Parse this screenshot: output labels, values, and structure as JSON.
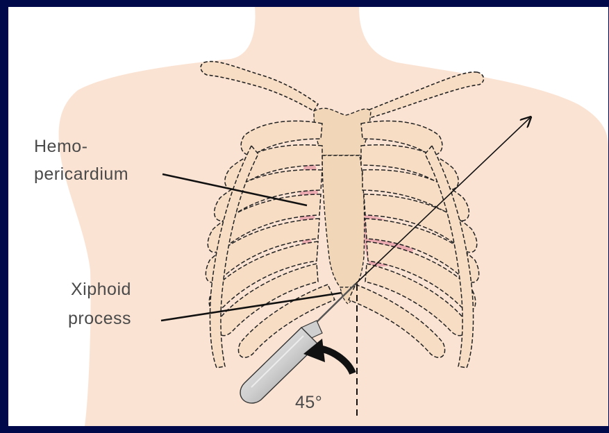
{
  "labels": {
    "hemopericardium_line1": "Hemo-",
    "hemopericardium_line2": "pericardium",
    "xiphoid_line1": "Xiphoid",
    "xiphoid_line2": "process",
    "angle": "45°"
  },
  "colors": {
    "frame": "#000a4a",
    "skin": "#fbe3d3",
    "bone": "#f7ddc4",
    "sternum": "#f2d6b8",
    "blood": "#e8a0a8",
    "line": "#111111",
    "text": "#4a4a4a"
  }
}
